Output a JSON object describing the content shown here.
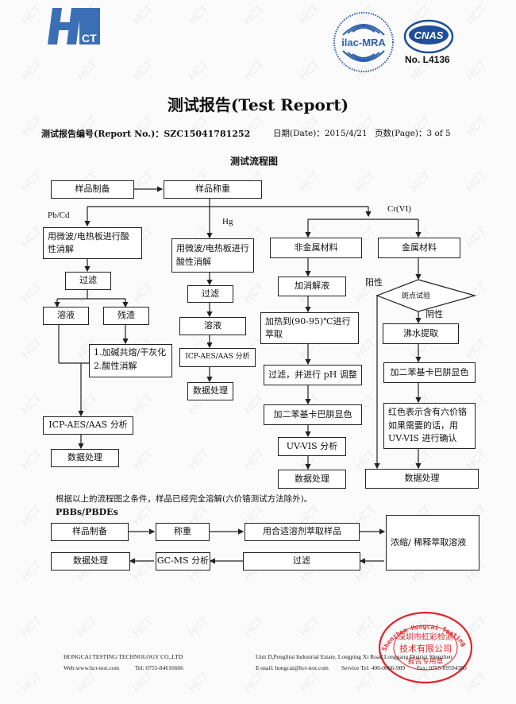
{
  "header": {
    "logo_text": "HCT",
    "logo_sub": "CT",
    "ilac_text": "ilac-MRA",
    "cnas_text": "CNAS",
    "cnas_no": "No. L4136",
    "title": "测试报告(Test Report)",
    "report_no_label": "测试报告编号(Report No.)：",
    "report_no": "SZC15041781252",
    "date_label": "日期(Date)：",
    "date": "2015/4/21",
    "page_label": "页数(Page)：",
    "page": "3 of 5"
  },
  "flow": {
    "title": "测试流程图",
    "sample_prep": "样品制备",
    "sample_weigh": "样品称重",
    "pbcd_label": "Pb/Cd",
    "hg_label": "Hg",
    "cr_label": "Cr(VI)",
    "pbcd": {
      "digest": "用微波/电热板进行酸性消解",
      "filter": "过滤",
      "solution": "溶液",
      "residue": "残渣",
      "residue_step1": "1.加碱共熔/干灰化",
      "residue_step2": "2.酸性消解",
      "analysis": "ICP-AES/AAS 分析",
      "data": "数据处理"
    },
    "hg": {
      "digest": "用微波/电热板进行酸性消解",
      "filter": "过滤",
      "solution": "溶液",
      "analysis": "ICP-AES/AAS 分析",
      "data": "数据处理"
    },
    "cr_nonmetal": {
      "material": "非金属材料",
      "add_solution": "加消解液",
      "heat": "加热到(90-95)℃进行萃取",
      "filter_ph": "过滤，并进行 pH 调整",
      "color": "加二苯基卡巴肼显色",
      "analysis": "UV-VIS 分析",
      "data": "数据处理"
    },
    "cr_metal": {
      "material": "金属材料",
      "spot_test": "斑点试验",
      "positive": "阳性",
      "negative": "阴性",
      "boil": "沸水提取",
      "color": "加二苯基卡巴肼显色",
      "confirm": "红色表示含有六价铬如果需要的话，用 UV-VIS 进行确认",
      "data": "数据处理"
    },
    "note": "根据以上的流程图之条件，样品已经完全溶解(六价铬测试方法除外)。"
  },
  "pbb": {
    "title": "PBBs/PBDEs",
    "sample_prep": "样品制备",
    "weigh": "称重",
    "extract": "用合适溶剂萃取样品",
    "concentrate": "浓缩/ 稀释萃取溶液",
    "filter": "过滤",
    "analysis": "GC-MS 分析",
    "data": "数据处理"
  },
  "footer": {
    "company": "HONGCAI TESTING TECHNOLOGY CO.,LTD",
    "web": "Web:www.hct-test.com",
    "tel": "Tel: 0755-84616666",
    "address": "Unit D,Penglitai Industrial Estate, Longping Xi Road,Longgang District Shenzhen",
    "email": "E-mail: hongcai@hct-test.com",
    "service_tel": "Service Tel: 400-0066-989",
    "fax": "Fax: 0755-89594380"
  },
  "stamp": {
    "outer_text": "Shenzhen Hongcai Testing Technology Co., Ltd",
    "line1": "深圳市虹彩检测",
    "line2": "技术有限公司",
    "line3": "报告专用章",
    "color": "#e0252a"
  },
  "colors": {
    "logo_blue": "#3a6fb5",
    "ilac_blue": "#2f5fa8",
    "cnas_blue": "#1f4e9a"
  }
}
